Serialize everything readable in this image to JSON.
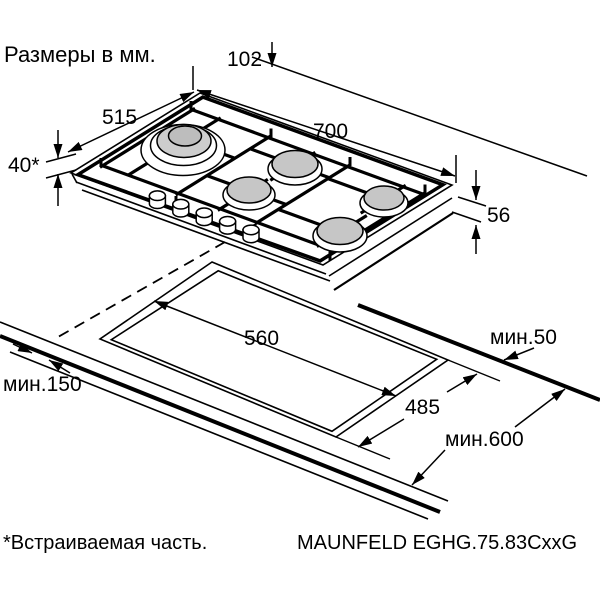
{
  "header": {
    "units_note": "Размеры в мм."
  },
  "dimensions": {
    "d102": "102",
    "d515": "515",
    "d700": "700",
    "d40": "40*",
    "d56": "56",
    "d560": "560",
    "d485": "485",
    "min50": "мин.50",
    "min150": "мин.150",
    "min600": "мин.600"
  },
  "footer": {
    "builtin_note": "*Встраиваемая часть.",
    "model": "MAUNFELD EGHG.75.83CxxG"
  },
  "colors": {
    "line": "#000000",
    "burner_cap": "#bdbdbd",
    "burner_ring": "#cdcdcd",
    "small_cap": "#c6c6c6",
    "background": "#ffffff"
  }
}
